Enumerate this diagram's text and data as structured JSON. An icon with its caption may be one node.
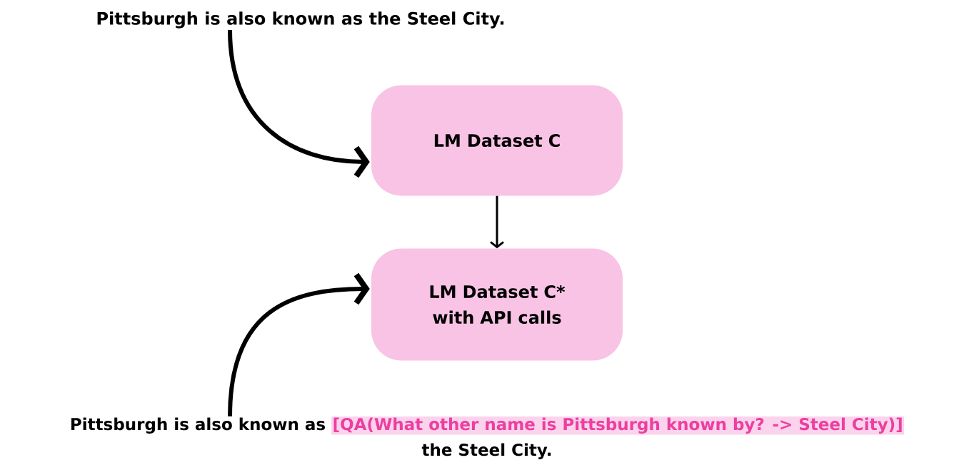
{
  "diagram": {
    "nodes": [
      {
        "text": [
          "Pittsburgh is also known as the Steel City."
        ]
      },
      {
        "text": [
          "LM Dataset C"
        ]
      },
      {
        "text": [
          "LM Dataset C* with API calls"
        ]
      },
      {
        "text": [
          "Pittsburgh is also known as",
          "[QA(What other name is Pittsburgh known by? -> Steel City)]",
          "the Steel City."
        ]
      }
    ],
    "edges": [
      {
        "from": 0,
        "to": 1,
        "arrow": "to"
      },
      {
        "from": 1,
        "to": 2,
        "arrow": "to"
      },
      {
        "from": 3,
        "to": 2,
        "arrow": "to"
      }
    ]
  }
}
